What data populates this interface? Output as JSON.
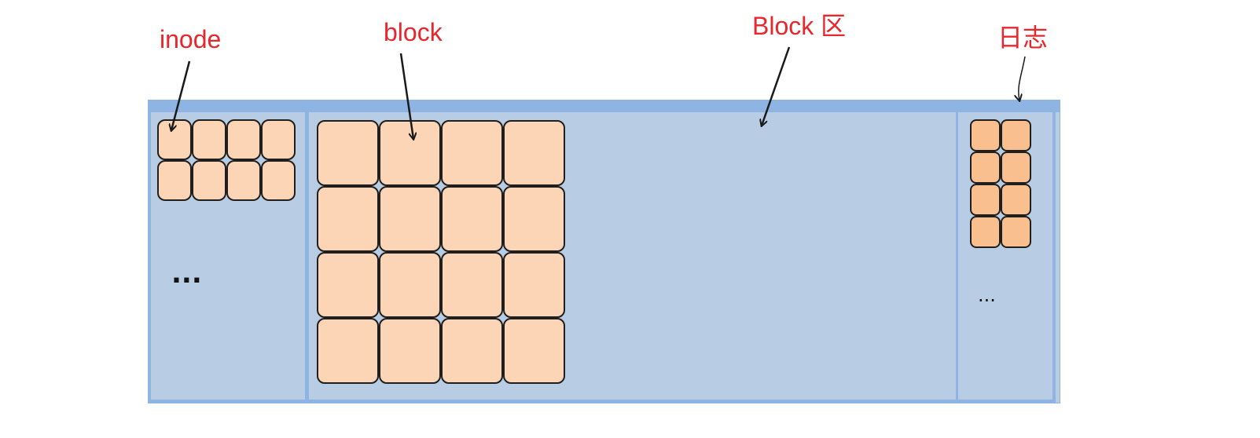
{
  "labels": {
    "inode": "inode",
    "block": "block",
    "block_area": "Block 区",
    "journal": "日志"
  },
  "regions": {
    "inode_area": {
      "rows": 2,
      "cols": 4,
      "ellipsis": "..."
    },
    "block_area": {
      "rows": 4,
      "cols": 4
    },
    "journal_area": {
      "rows": 4,
      "cols": 2,
      "ellipsis": "..."
    }
  },
  "colors": {
    "label": "#e8262c",
    "panel_fill": "#b8cce4",
    "panel_border": "#8eb4e3",
    "cell_fill": "#fbd5b5",
    "journal_cell_fill": "#f9bf8f",
    "arrow": "#1a1a1a"
  }
}
